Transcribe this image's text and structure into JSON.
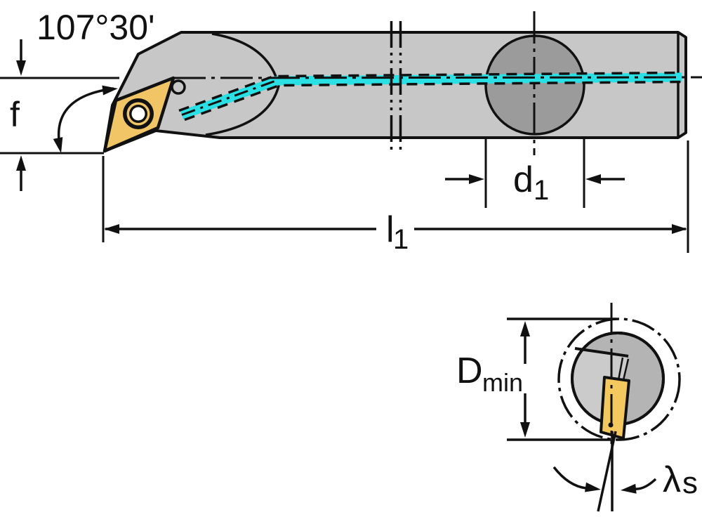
{
  "drawing": {
    "type": "technical-dimension-drawing",
    "subject": "boring-bar-with-screw-clamped-diamond-insert",
    "labels": {
      "angle": "107°30'",
      "f": "f",
      "d1": {
        "main": "d",
        "sub": "1"
      },
      "l1": {
        "main": "l",
        "sub": "1"
      },
      "dmin": {
        "main": "D",
        "sub": "min"
      },
      "lambda": {
        "main": "λ",
        "sub": "s"
      }
    },
    "colors": {
      "background": "#ffffff",
      "line_black": "#111111",
      "body_gray": "#c7c7c7",
      "clamp_circle_gray": "#9b9b9b",
      "section_circle_gray": "#b4b4b4",
      "section_relief_gray": "#cbcbcb",
      "insert_gold": "#f1c566",
      "section_insert_gold": "#f3c95f",
      "coolant_cyan": "#2ae0e4"
    }
  }
}
